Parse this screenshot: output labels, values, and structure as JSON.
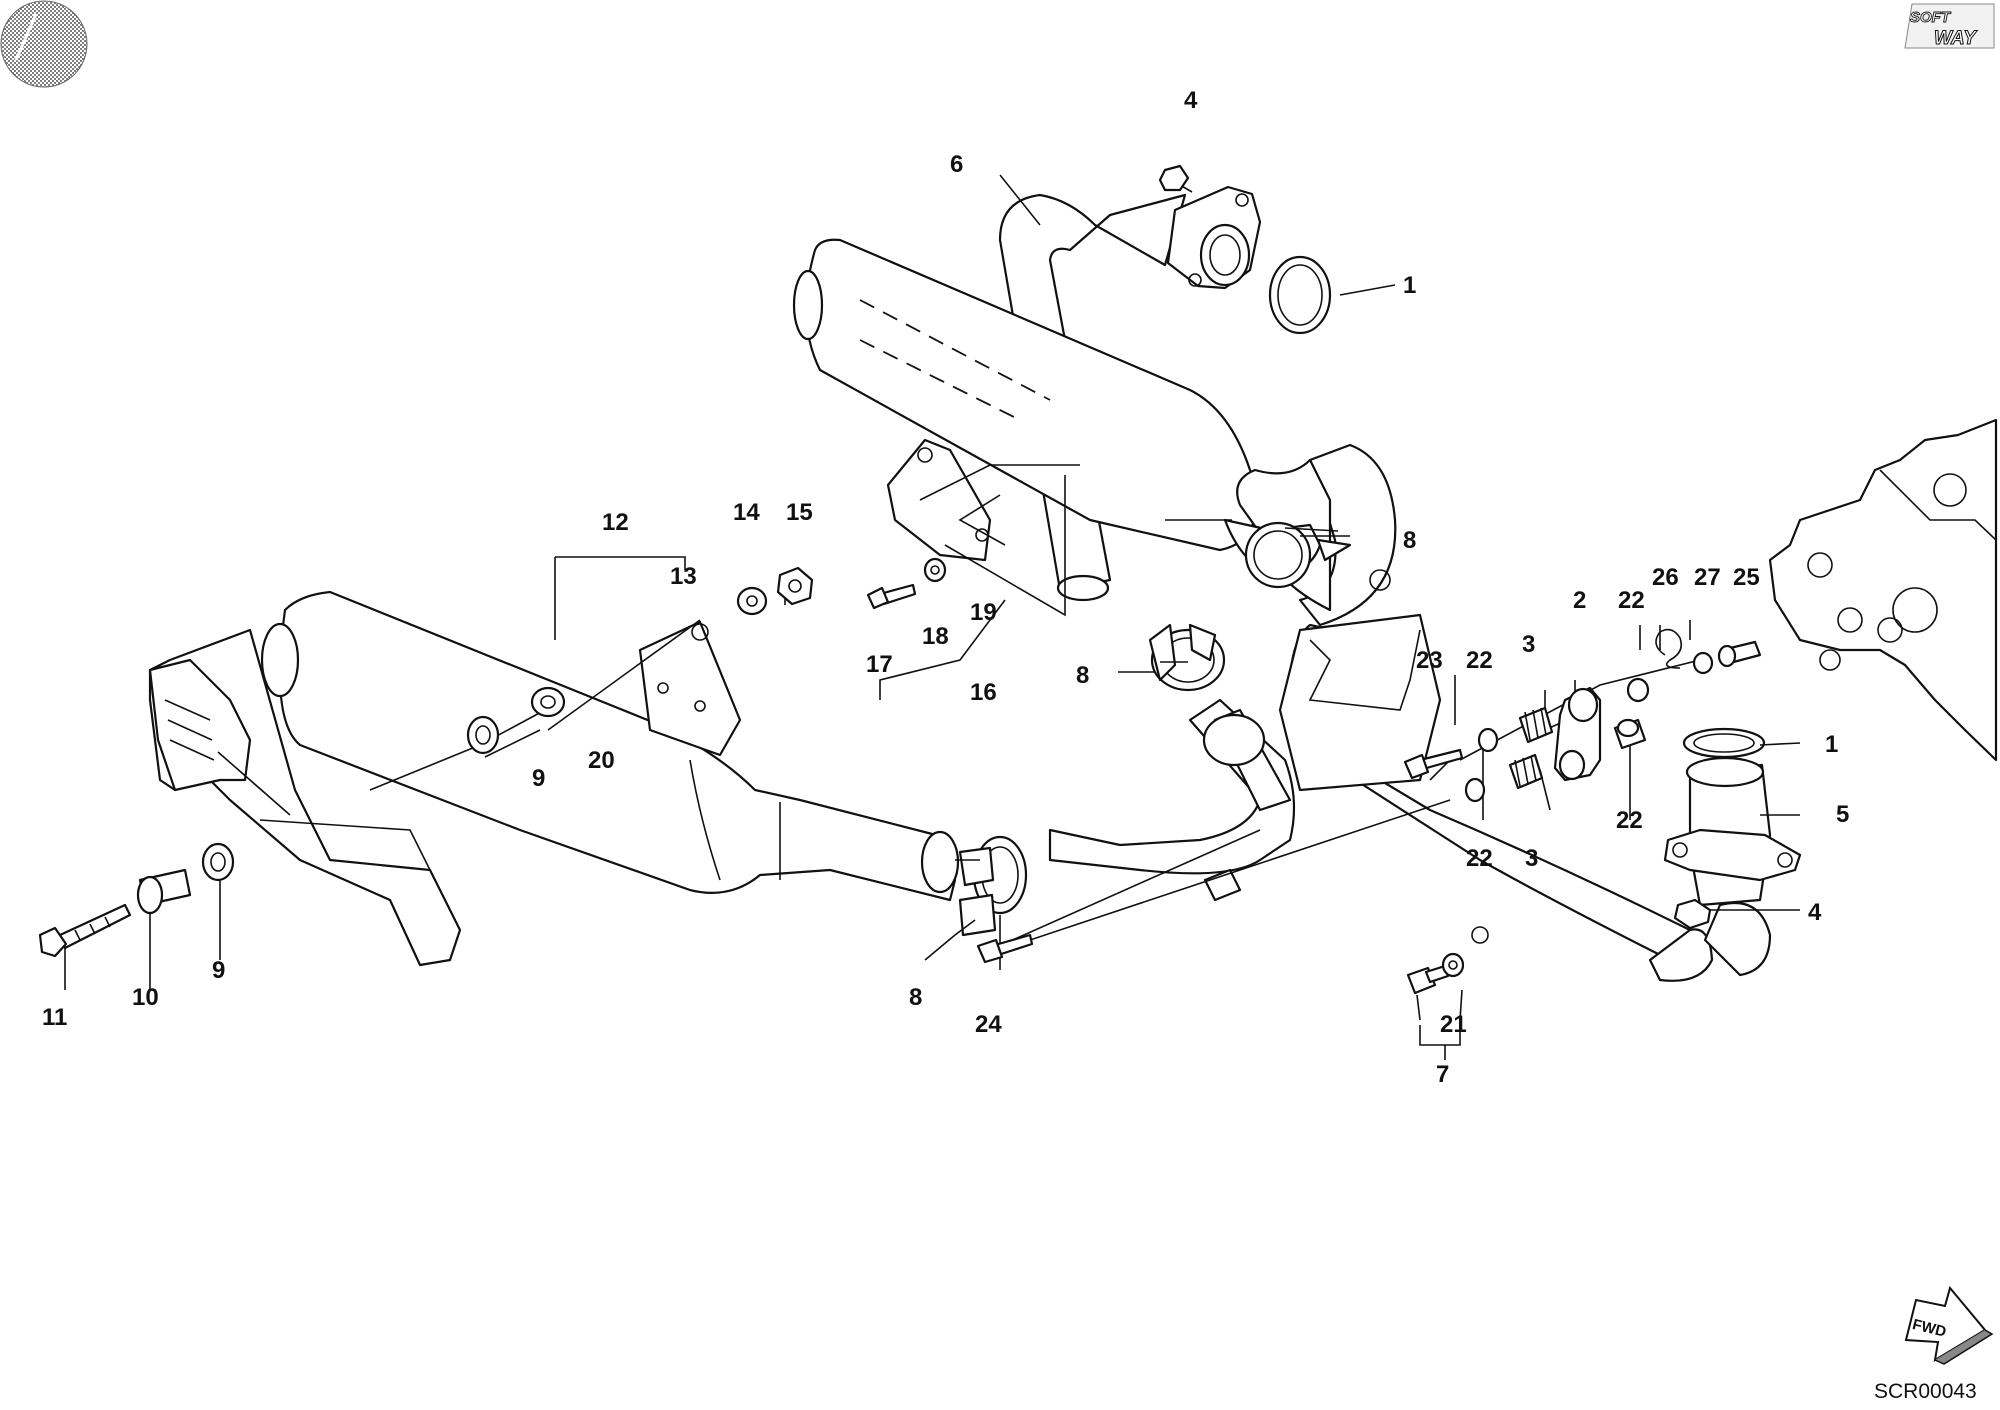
{
  "brand": {
    "logo_top": "SOFT",
    "logo_bottom": "WAY"
  },
  "drawing_code": "SCR00043",
  "fwd_label": "FWD",
  "callouts": {
    "c1a": "1",
    "c1b": "1",
    "c2": "2",
    "c3a": "3",
    "c3b": "3",
    "c4a": "4",
    "c4b": "4",
    "c5": "5",
    "c6": "6",
    "c7": "7",
    "c8a": "8",
    "c8b": "8",
    "c8c": "8",
    "c9a": "9",
    "c9b": "9",
    "c10": "10",
    "c11": "11",
    "c12": "12",
    "c13": "13",
    "c14": "14",
    "c15": "15",
    "c16": "16",
    "c17": "17",
    "c18": "18",
    "c19": "19",
    "c20": "20",
    "c21": "21",
    "c22a": "22",
    "c22b": "22",
    "c22c": "22",
    "c22d": "22",
    "c23": "23",
    "c24": "24",
    "c25": "25",
    "c26": "26",
    "c27": "27"
  }
}
